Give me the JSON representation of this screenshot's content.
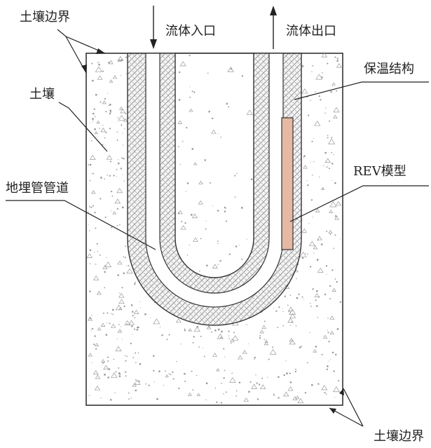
{
  "labels": {
    "soil_boundary_top": "土壤边界",
    "fluid_inlet": "流体入口",
    "fluid_outlet": "流体出口",
    "insulation": "保温结构",
    "soil": "土壤",
    "rev_model": "REV模型",
    "buried_pipe": "地埋管管道",
    "soil_boundary_bottom": "土壤边界"
  },
  "colors": {
    "outline": "#333333",
    "rev_fill": "#e5b9a3",
    "soil_speckle": "#9a9a9a",
    "hatch": "#8a8a8a",
    "background": "#ffffff"
  }
}
